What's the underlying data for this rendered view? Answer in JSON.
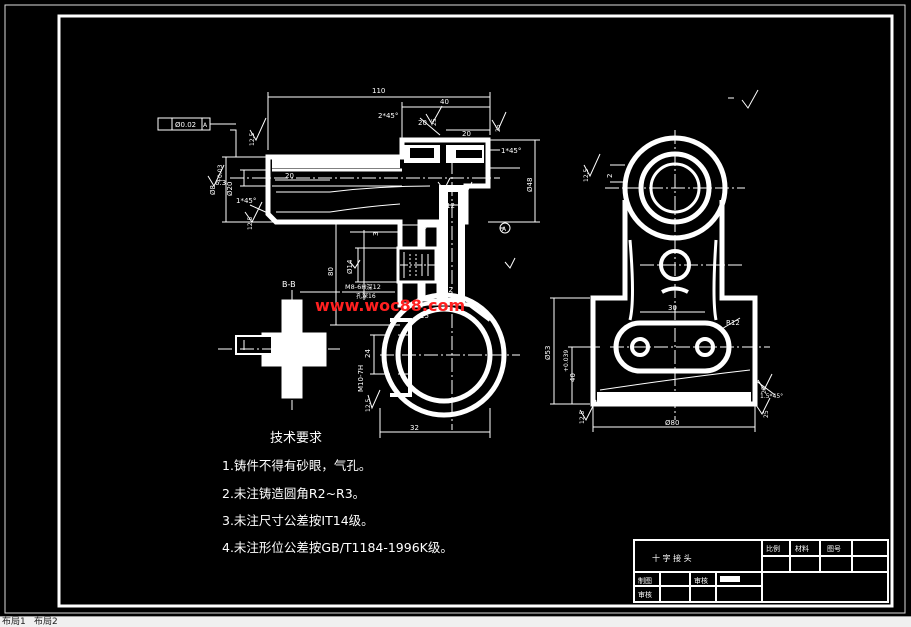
{
  "dimensions": {
    "overall_length": "110",
    "length_40": "40",
    "len_20a": "20",
    "len_20b": "20",
    "chamfer_top": "2*45°",
    "chamfer_right": "1*45°",
    "chamfer_left": "1*45°",
    "chamfer_bottom": "1.5*45°",
    "bore_dia": "Ø8",
    "bore_tol": "+0.03",
    "dia_20": "Ø20",
    "len_20_inner": "20",
    "dia_48": "Ø48",
    "rough_63": "6.3",
    "dim_26": "26",
    "dim_12": "12",
    "dim_80": "80",
    "dim_14": "Ø14",
    "dim_3": "3",
    "thread_m8": "M8-6H深12",
    "thread_deep": "孔深16",
    "dim_22": "22",
    "dim_24": "24",
    "thread_m10": "M10-7H",
    "dim_32": "32",
    "dim_15": "15",
    "rough_125a": "12.5",
    "rough_125b": "12.5",
    "rough_125c": "12.5",
    "rough_125d": "12.5",
    "rough_125e": "12.5",
    "rough_25a": "25",
    "rough_25b": "25",
    "rough_25c": "25",
    "rough_25d": "25",
    "dia_53": "Ø53",
    "dim_40_tol": "40",
    "dim_40_tol_val": "+0.039",
    "dim_30": "30",
    "dim_r12": "R12",
    "dim_80_bottom": "Ø80",
    "dim_2": "2",
    "datum_a": "A",
    "datum_a2": "A",
    "tolerance": "Ø0.02"
  },
  "section_label": "B-B",
  "watermark": "www.woc88.com",
  "requirements": {
    "title": "技术要求",
    "items": [
      "1.铸件不得有砂眼，气孔。",
      "2.未注铸造圆角R2~R3。",
      "3.未注尺寸公差按IT14级。",
      "4.未注形位公差按GB/T1184-1996K级。"
    ]
  },
  "title_block": {
    "part_name": "十 字 接 头",
    "header_cols": [
      "比例",
      "材料",
      "图号"
    ],
    "row2_left": "制图",
    "row2_mid": "审核",
    "row3_left": "审核"
  },
  "tabs": [
    "布局1",
    "布局2"
  ],
  "colors": {
    "background": "#000000",
    "lines": "#ffffff",
    "watermark": "#ff2020"
  }
}
